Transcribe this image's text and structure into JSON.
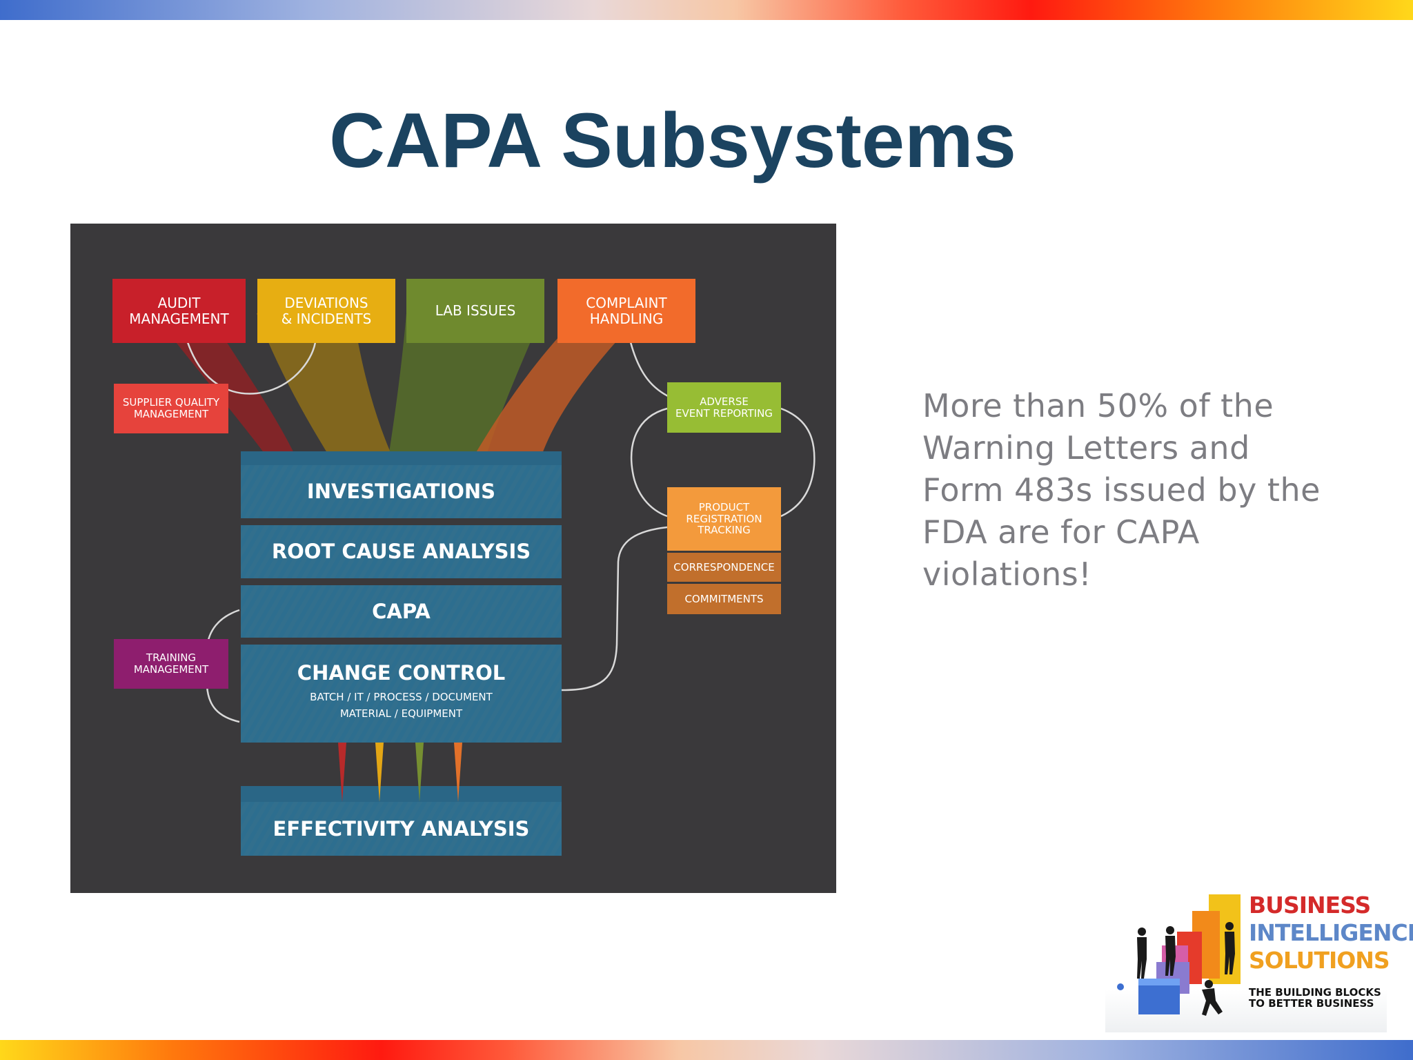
{
  "slide": {
    "title": "CAPA Subsystems",
    "callout": "More than 50% of the Warning Letters and Form 483s issued by the FDA are for CAPA violations!"
  },
  "diagram": {
    "inputs": [
      {
        "label": "AUDIT\nMANAGEMENT",
        "color": "#c8202a"
      },
      {
        "label": "DEVIATIONS\n& INCIDENTS",
        "color": "#e7ae12"
      },
      {
        "label": "LAB ISSUES",
        "color": "#6f8a2e"
      },
      {
        "label": "COMPLAINT\nHANDLING",
        "color": "#f26b2b"
      }
    ],
    "side_left": [
      {
        "label": "SUPPLIER QUALITY\nMANAGEMENT",
        "color": "#e6433c"
      },
      {
        "label": "TRAINING\nMANAGEMENT",
        "color": "#8e1e6e"
      }
    ],
    "side_right": [
      {
        "label": "ADVERSE\nEVENT REPORTING",
        "color": "#97bd34"
      },
      {
        "label": "PRODUCT\nREGISTRATION\nTRACKING",
        "color": "#f39a3c"
      },
      {
        "label": "CORRESPONDENCE",
        "color": "#c16f2c"
      },
      {
        "label": "COMMITMENTS",
        "color": "#c16f2c"
      }
    ],
    "stack": [
      {
        "label": "INVESTIGATIONS"
      },
      {
        "label": "ROOT CAUSE ANALYSIS"
      },
      {
        "label": "CAPA"
      },
      {
        "label": "CHANGE CONTROL",
        "sub": "BATCH / IT / PROCESS / DOCUMENT\nMATERIAL / EQUIPMENT"
      }
    ],
    "output": {
      "label": "EFFECTIVITY ANALYSIS"
    }
  },
  "logo": {
    "line1": "BUSINESS",
    "line2": "INTELLIGENCE",
    "line3": "SOLUTIONS",
    "tagline": "THE BUILDING BLOCKS\nTO BETTER BUSINESS"
  }
}
